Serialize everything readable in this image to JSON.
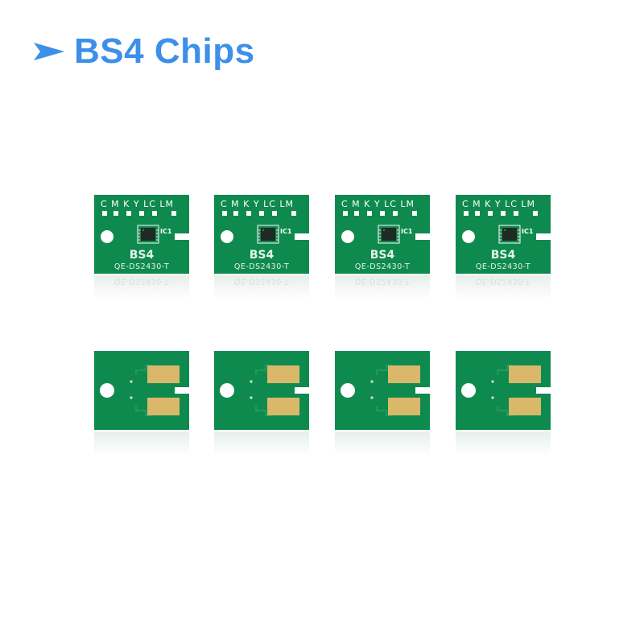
{
  "title": {
    "text": "BS4 Chips",
    "color": "#3d8fe8",
    "icon": "arrow-right-icon"
  },
  "chip_front": {
    "color_labels": "C M K Y LC LM",
    "model": "BS4",
    "ic_label": "IC1",
    "part_number": "QE-DS2430-T",
    "board_color": "#0f8a4f"
  },
  "chips": {
    "front_count": 4,
    "back_count": 4
  }
}
